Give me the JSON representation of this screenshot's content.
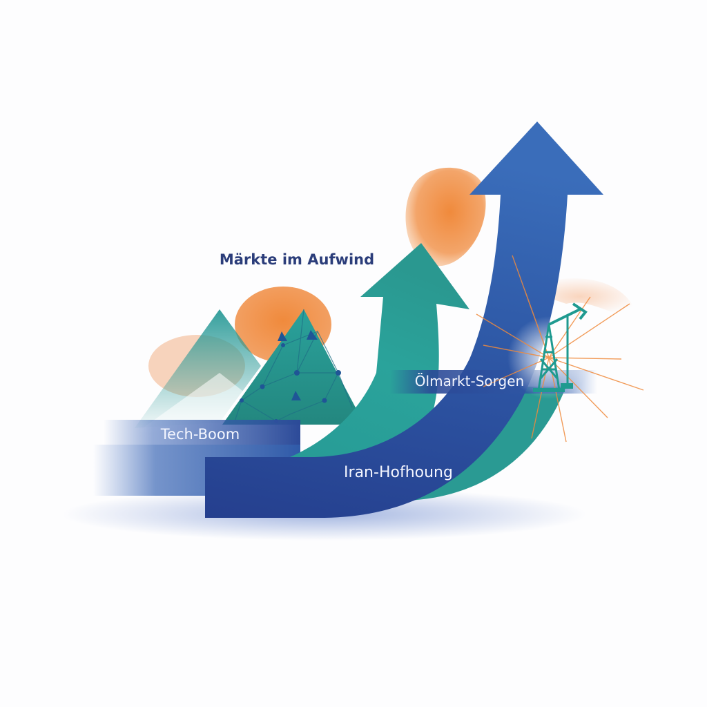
{
  "headline": "Märkte im Aufwind",
  "labels": {
    "tech": "Tech-Boom",
    "iran": "Iran-Hofhoung",
    "oil": "Ölmarkt-Sorgen"
  },
  "icons": {
    "oil": "oil-derrick-icon",
    "network": "network-pattern"
  },
  "colors": {
    "navy": "#243f8c",
    "blue": "#3a6cb5",
    "teal": "#2a9a97",
    "orange": "#f0893e",
    "text_dark": "#2b3d7a",
    "text_light": "#f4f6ff"
  }
}
